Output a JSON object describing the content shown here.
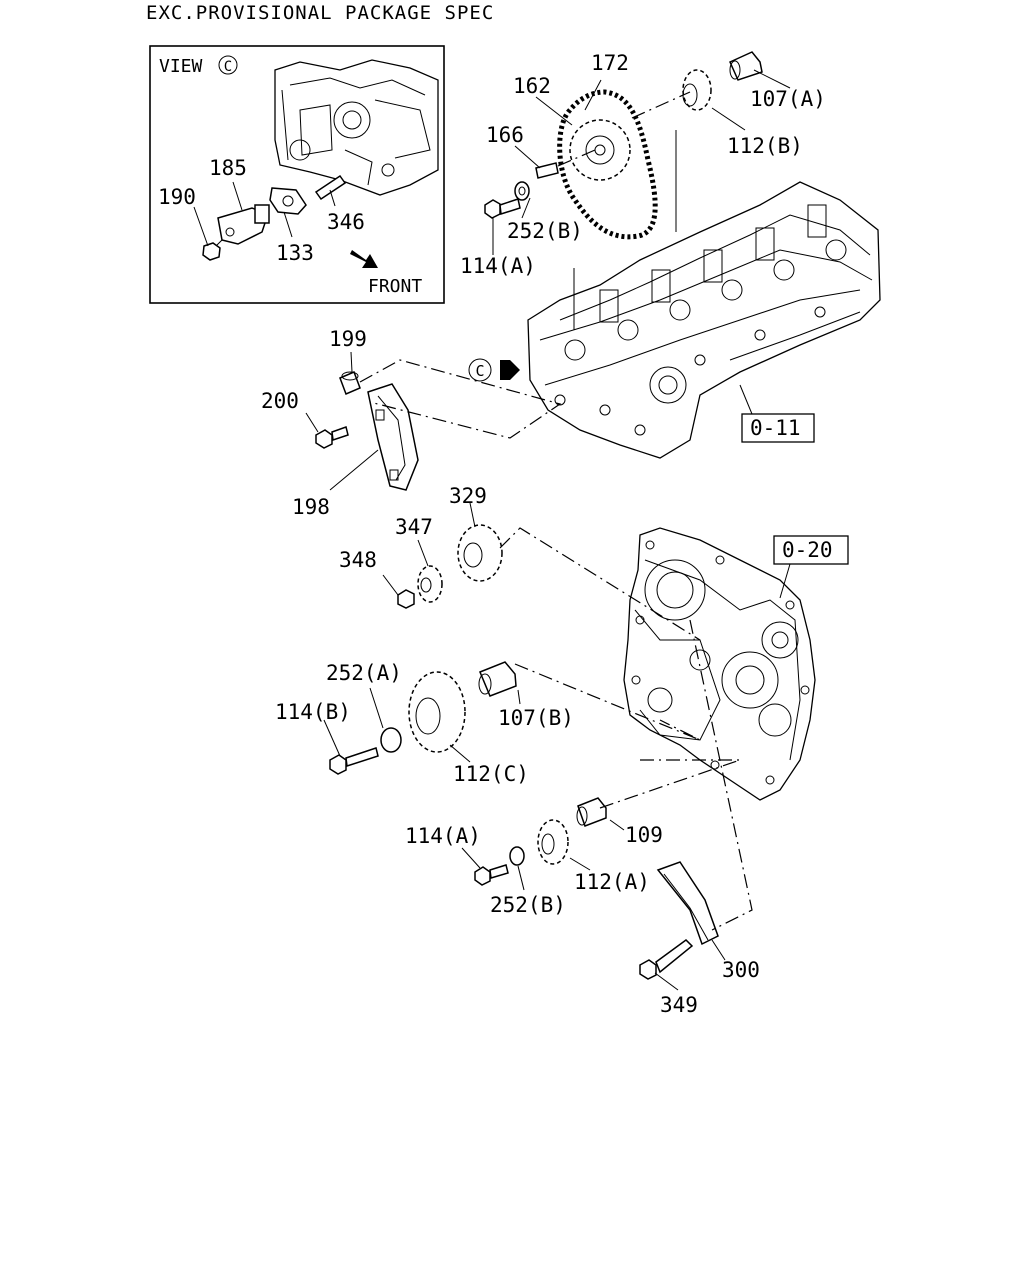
{
  "header": {
    "title": "EXC.PROVISIONAL PACKAGE SPEC"
  },
  "view_box": {
    "label": "VIEW",
    "circle": "C",
    "direction": "FRONT"
  },
  "view_marker": {
    "circle": "C"
  },
  "references": {
    "cylinder_head": "0-11",
    "timing_case": "0-20"
  },
  "parts": {
    "p172": "172",
    "p162": "162",
    "p166": "166",
    "p107a": "107(A)",
    "p112b": "112(B)",
    "p252b_top": "252(B)",
    "p114a_top": "114(A)",
    "p185": "185",
    "p190": "190",
    "p346": "346",
    "p133": "133",
    "p199": "199",
    "p200": "200",
    "p198": "198",
    "p329": "329",
    "p347": "347",
    "p348": "348",
    "p252a": "252(A)",
    "p114b": "114(B)",
    "p107b": "107(B)",
    "p112c": "112(C)",
    "p114a_bot": "114(A)",
    "p109": "109",
    "p252b_bot": "252(B)",
    "p112a": "112(A)",
    "p300": "300",
    "p349": "349"
  }
}
